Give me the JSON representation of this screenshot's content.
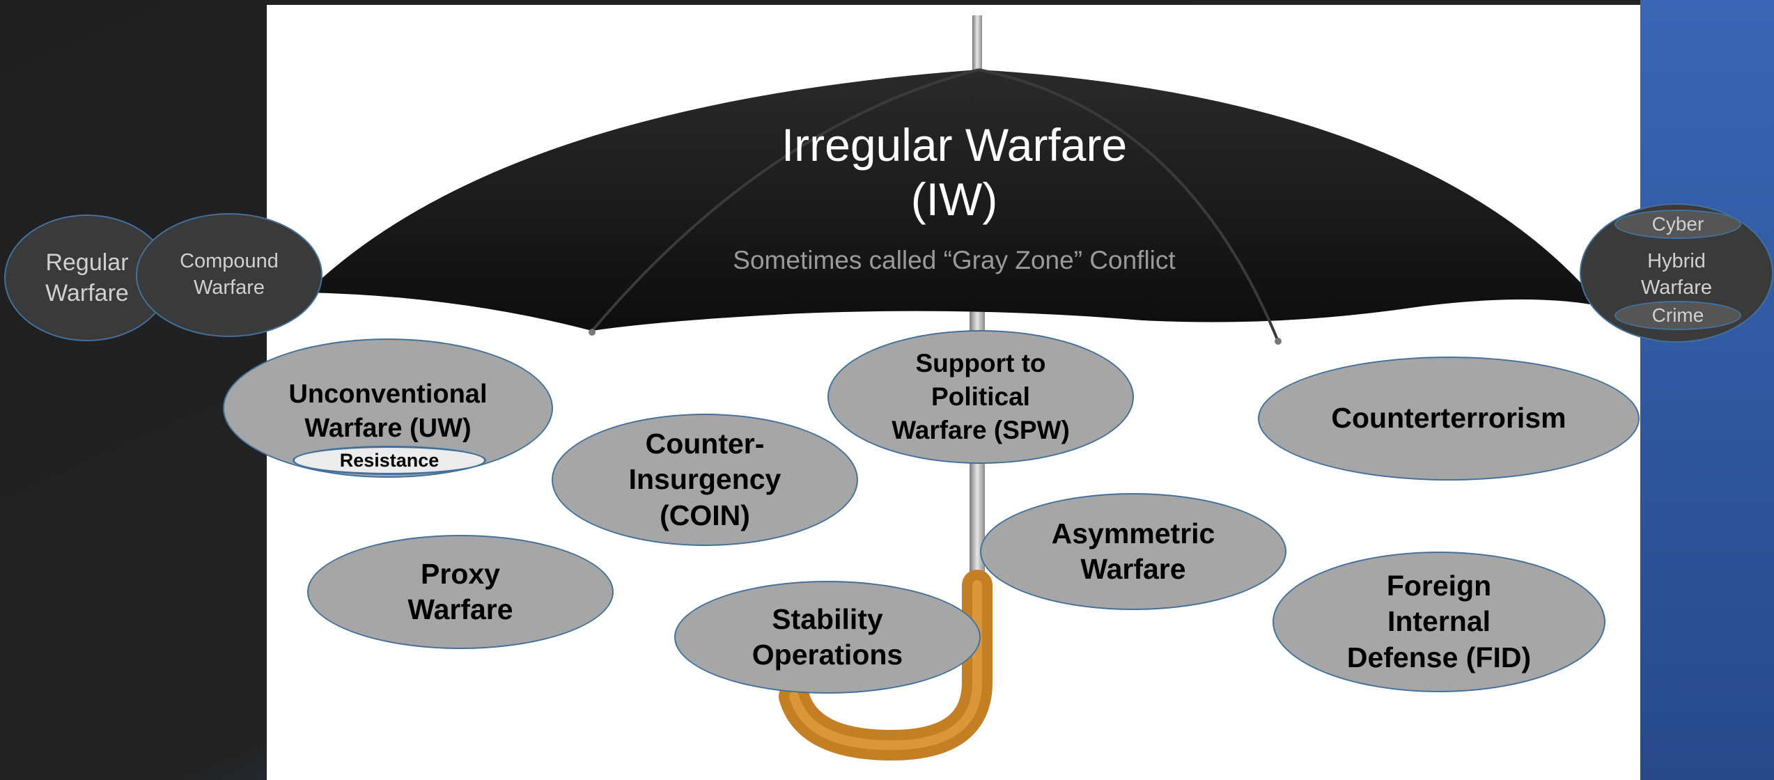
{
  "colors": {
    "umbrella": "#1a1a1a",
    "topic_fill": "#a6a6a6",
    "oval_border": "#41719c",
    "side_fill": "#3a3a3a",
    "handle": "#d08a2a",
    "background_dark": "#222222",
    "background_blue": "#2f5597"
  },
  "title": {
    "line1": "Irregular Warfare",
    "line2": "(IW)",
    "subtitle": "Sometimes called  “Gray Zone” Conflict"
  },
  "left_side": {
    "regular": {
      "line1": "Regular",
      "line2": "Warfare"
    },
    "compound": {
      "line1": "Compound",
      "line2": "Warfare"
    }
  },
  "right_side": {
    "cyber": "Cyber",
    "hybrid": {
      "line1": "Hybrid",
      "line2": "Warfare"
    },
    "crime": "Crime"
  },
  "topics": {
    "uw": {
      "line1": "Unconventional",
      "line2": "Warfare (UW)",
      "sub": "Resistance"
    },
    "coin": {
      "line1": "Counter-",
      "line2": "Insurgency",
      "line3": "(COIN)"
    },
    "spw": {
      "line1": "Support to",
      "line2": "Political",
      "line3": "Warfare (SPW)"
    },
    "ct": {
      "line1": "Counterterrorism"
    },
    "proxy": {
      "line1": "Proxy",
      "line2": "Warfare"
    },
    "stability": {
      "line1": "Stability",
      "line2": "Operations"
    },
    "asym": {
      "line1": "Asymmetric",
      "line2": "Warfare"
    },
    "fid": {
      "line1": "Foreign",
      "line2": "Internal",
      "line3": "Defense (FID)"
    }
  }
}
